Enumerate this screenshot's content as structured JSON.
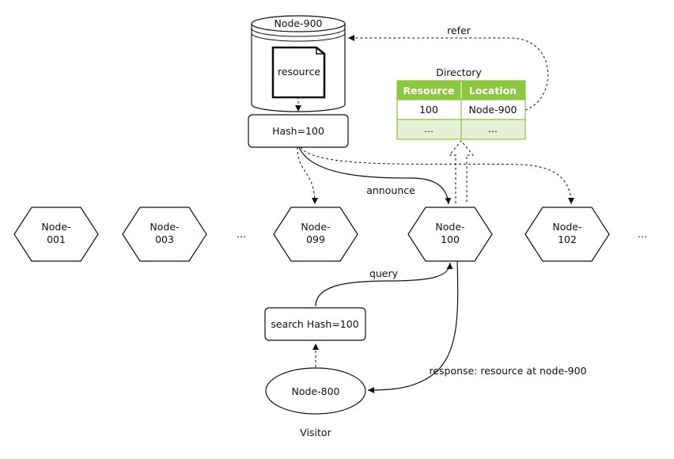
{
  "storage": {
    "label": "Node-900",
    "file_label": "resource"
  },
  "hash_box": {
    "label": "Hash=100"
  },
  "directory": {
    "title": "Directory",
    "headers": [
      "Resource",
      "Location"
    ],
    "rows": [
      [
        "100",
        "Node-900"
      ],
      [
        "...",
        "..."
      ]
    ],
    "header_color": "#8dc63f",
    "row_alt_color": "#e6f0d6",
    "border_color": "#8dc63f"
  },
  "nodes": [
    {
      "line1": "Node-",
      "line2": "001"
    },
    {
      "line1": "Node-",
      "line2": "003"
    },
    {
      "line1": "Node-",
      "line2": "099"
    },
    {
      "line1": "Node-",
      "line2": "100"
    },
    {
      "line1": "Node-",
      "line2": "102"
    }
  ],
  "ellipses": [
    "...",
    "..."
  ],
  "search_box": {
    "label": "search Hash=100"
  },
  "visitor_node": {
    "label": "Node-800"
  },
  "visitor_caption": "Visitor",
  "edge_labels": {
    "refer": "refer",
    "announce": "announce",
    "query": "query",
    "response": "response: resource at node-900"
  }
}
